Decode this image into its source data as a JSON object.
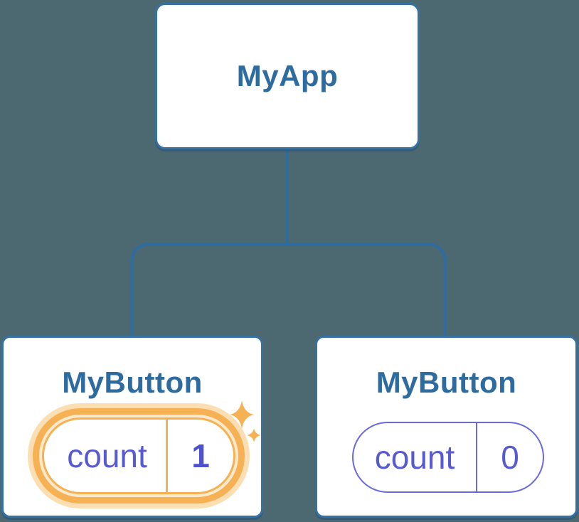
{
  "colors": {
    "background": "#4C6971",
    "card-bg": "#FFFFFF",
    "card-border": "#3571A3",
    "node-label": "#2E6C9F",
    "connector": "#2E6CA0",
    "state-text": "#585ACF",
    "state-border": "#6A6ADF",
    "accent-orange": "#F6B155",
    "halo-orange": "#FBDFB2",
    "gap-cream": "#FDE9CB"
  },
  "tree": {
    "root": {
      "label": "MyApp"
    },
    "children": [
      {
        "label": "MyButton",
        "state": {
          "key": "count",
          "value": "1"
        },
        "highlighted": true
      },
      {
        "label": "MyButton",
        "state": {
          "key": "count",
          "value": "0"
        },
        "highlighted": false
      }
    ]
  }
}
